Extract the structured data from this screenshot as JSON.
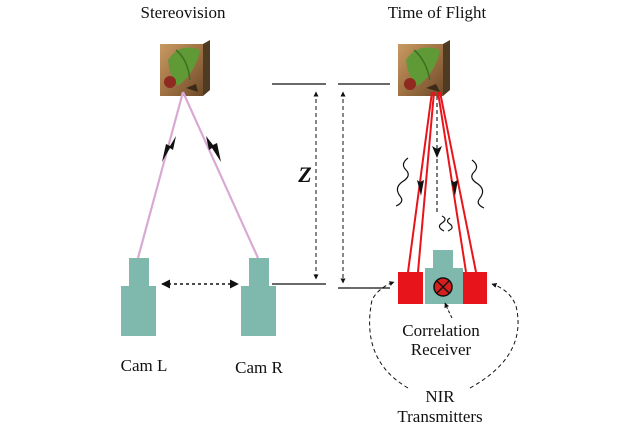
{
  "headings": {
    "left": "Stereovision",
    "right": "Time of Flight"
  },
  "labels": {
    "distance": "Z",
    "cam_left": "Cam L",
    "cam_right": "Cam R",
    "receiver_line1": "Correlation",
    "receiver_line2": "Receiver",
    "transmitters_line1": "NIR",
    "transmitters_line2": "Transmitters"
  },
  "colors": {
    "camera": "#7fb8ad",
    "stereo_ray": "#d9a9d4",
    "tof_ray": "#e8141b",
    "transmitter": "#e8141b",
    "receiver_mark": "#d81f1f",
    "photo_leaf": "#5f9a36",
    "photo_bg": "#b98b55"
  },
  "icons": {
    "scene_left": "leaf-photo-icon",
    "scene_right": "leaf-photo-icon",
    "receiver": "crossed-circle-icon"
  }
}
